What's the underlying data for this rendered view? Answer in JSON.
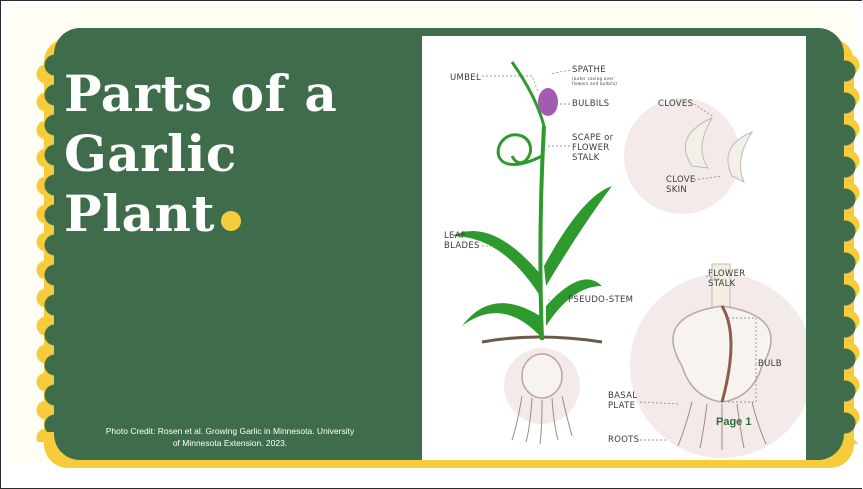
{
  "slide": {
    "title_lines": [
      "Parts of a",
      "Garlic",
      "Plant"
    ],
    "credit_line1": "Photo Credit: Rosen et al. Growing Garlic in Minnesota. University",
    "credit_line2": "of Minnesota Extension. 2023.",
    "page_label": "Page 1"
  },
  "diagram": {
    "labels": {
      "umbel": "UMBEL",
      "spathe": "SPATHE",
      "spathe_note1": "(outer casing over",
      "spathe_note2": "flowers and bulbils)",
      "bulbils": "BULBILS",
      "scape1": "SCAPE or",
      "scape2": "FLOWER",
      "scape3": "STALK",
      "cloves": "CLOVES",
      "clove_skin1": "CLOVE",
      "clove_skin2": "SKIN",
      "leaf1": "LEAF",
      "leaf2": "BLADES",
      "pseudo_stem": "PSEUDO-STEM",
      "flower_stalk1": "FLOWER",
      "flower_stalk2": "STALK",
      "bulb": "BULB",
      "basal1": "BASAL",
      "basal2": "PLATE",
      "roots": "ROOTS"
    }
  },
  "colors": {
    "green": "#3f6c4a",
    "yellow": "#f7cc3c",
    "background": "#fffdf4"
  }
}
